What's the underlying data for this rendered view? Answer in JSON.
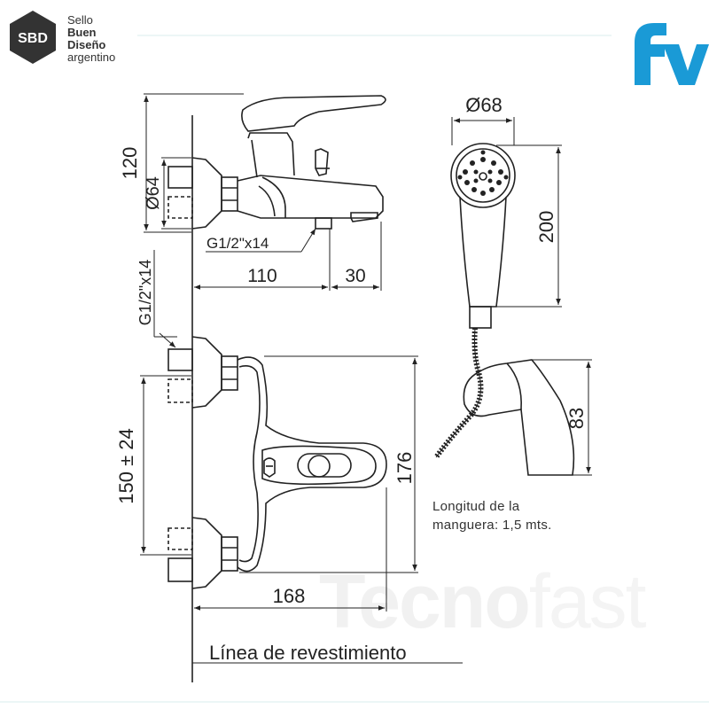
{
  "badge": {
    "abbr": "SBD",
    "line1": "Sello",
    "line2": "Buen",
    "line3": "Diseño",
    "line4": "argentino"
  },
  "brand_logo": "fv",
  "watermark": {
    "part1": "Tecno",
    "part2": "fast"
  },
  "dimensions": {
    "height_120": "120",
    "dia_64": "Ø64",
    "thread_top": "G1/2\"x14",
    "len_110": "110",
    "len_30": "30",
    "thread_side": "G1/2\"x14",
    "spacing": "150 ± 24",
    "height_176": "176",
    "len_168": "168",
    "dia_68": "Ø68",
    "len_200": "200",
    "len_83": "83"
  },
  "note": {
    "line1": "Longitud de la",
    "line2": "manguera: 1,5 mts."
  },
  "wall_line_label": "Línea de revestimiento",
  "colors": {
    "line": "#222222",
    "logo_blue": "#1a9ad6",
    "badge": "#333333"
  }
}
